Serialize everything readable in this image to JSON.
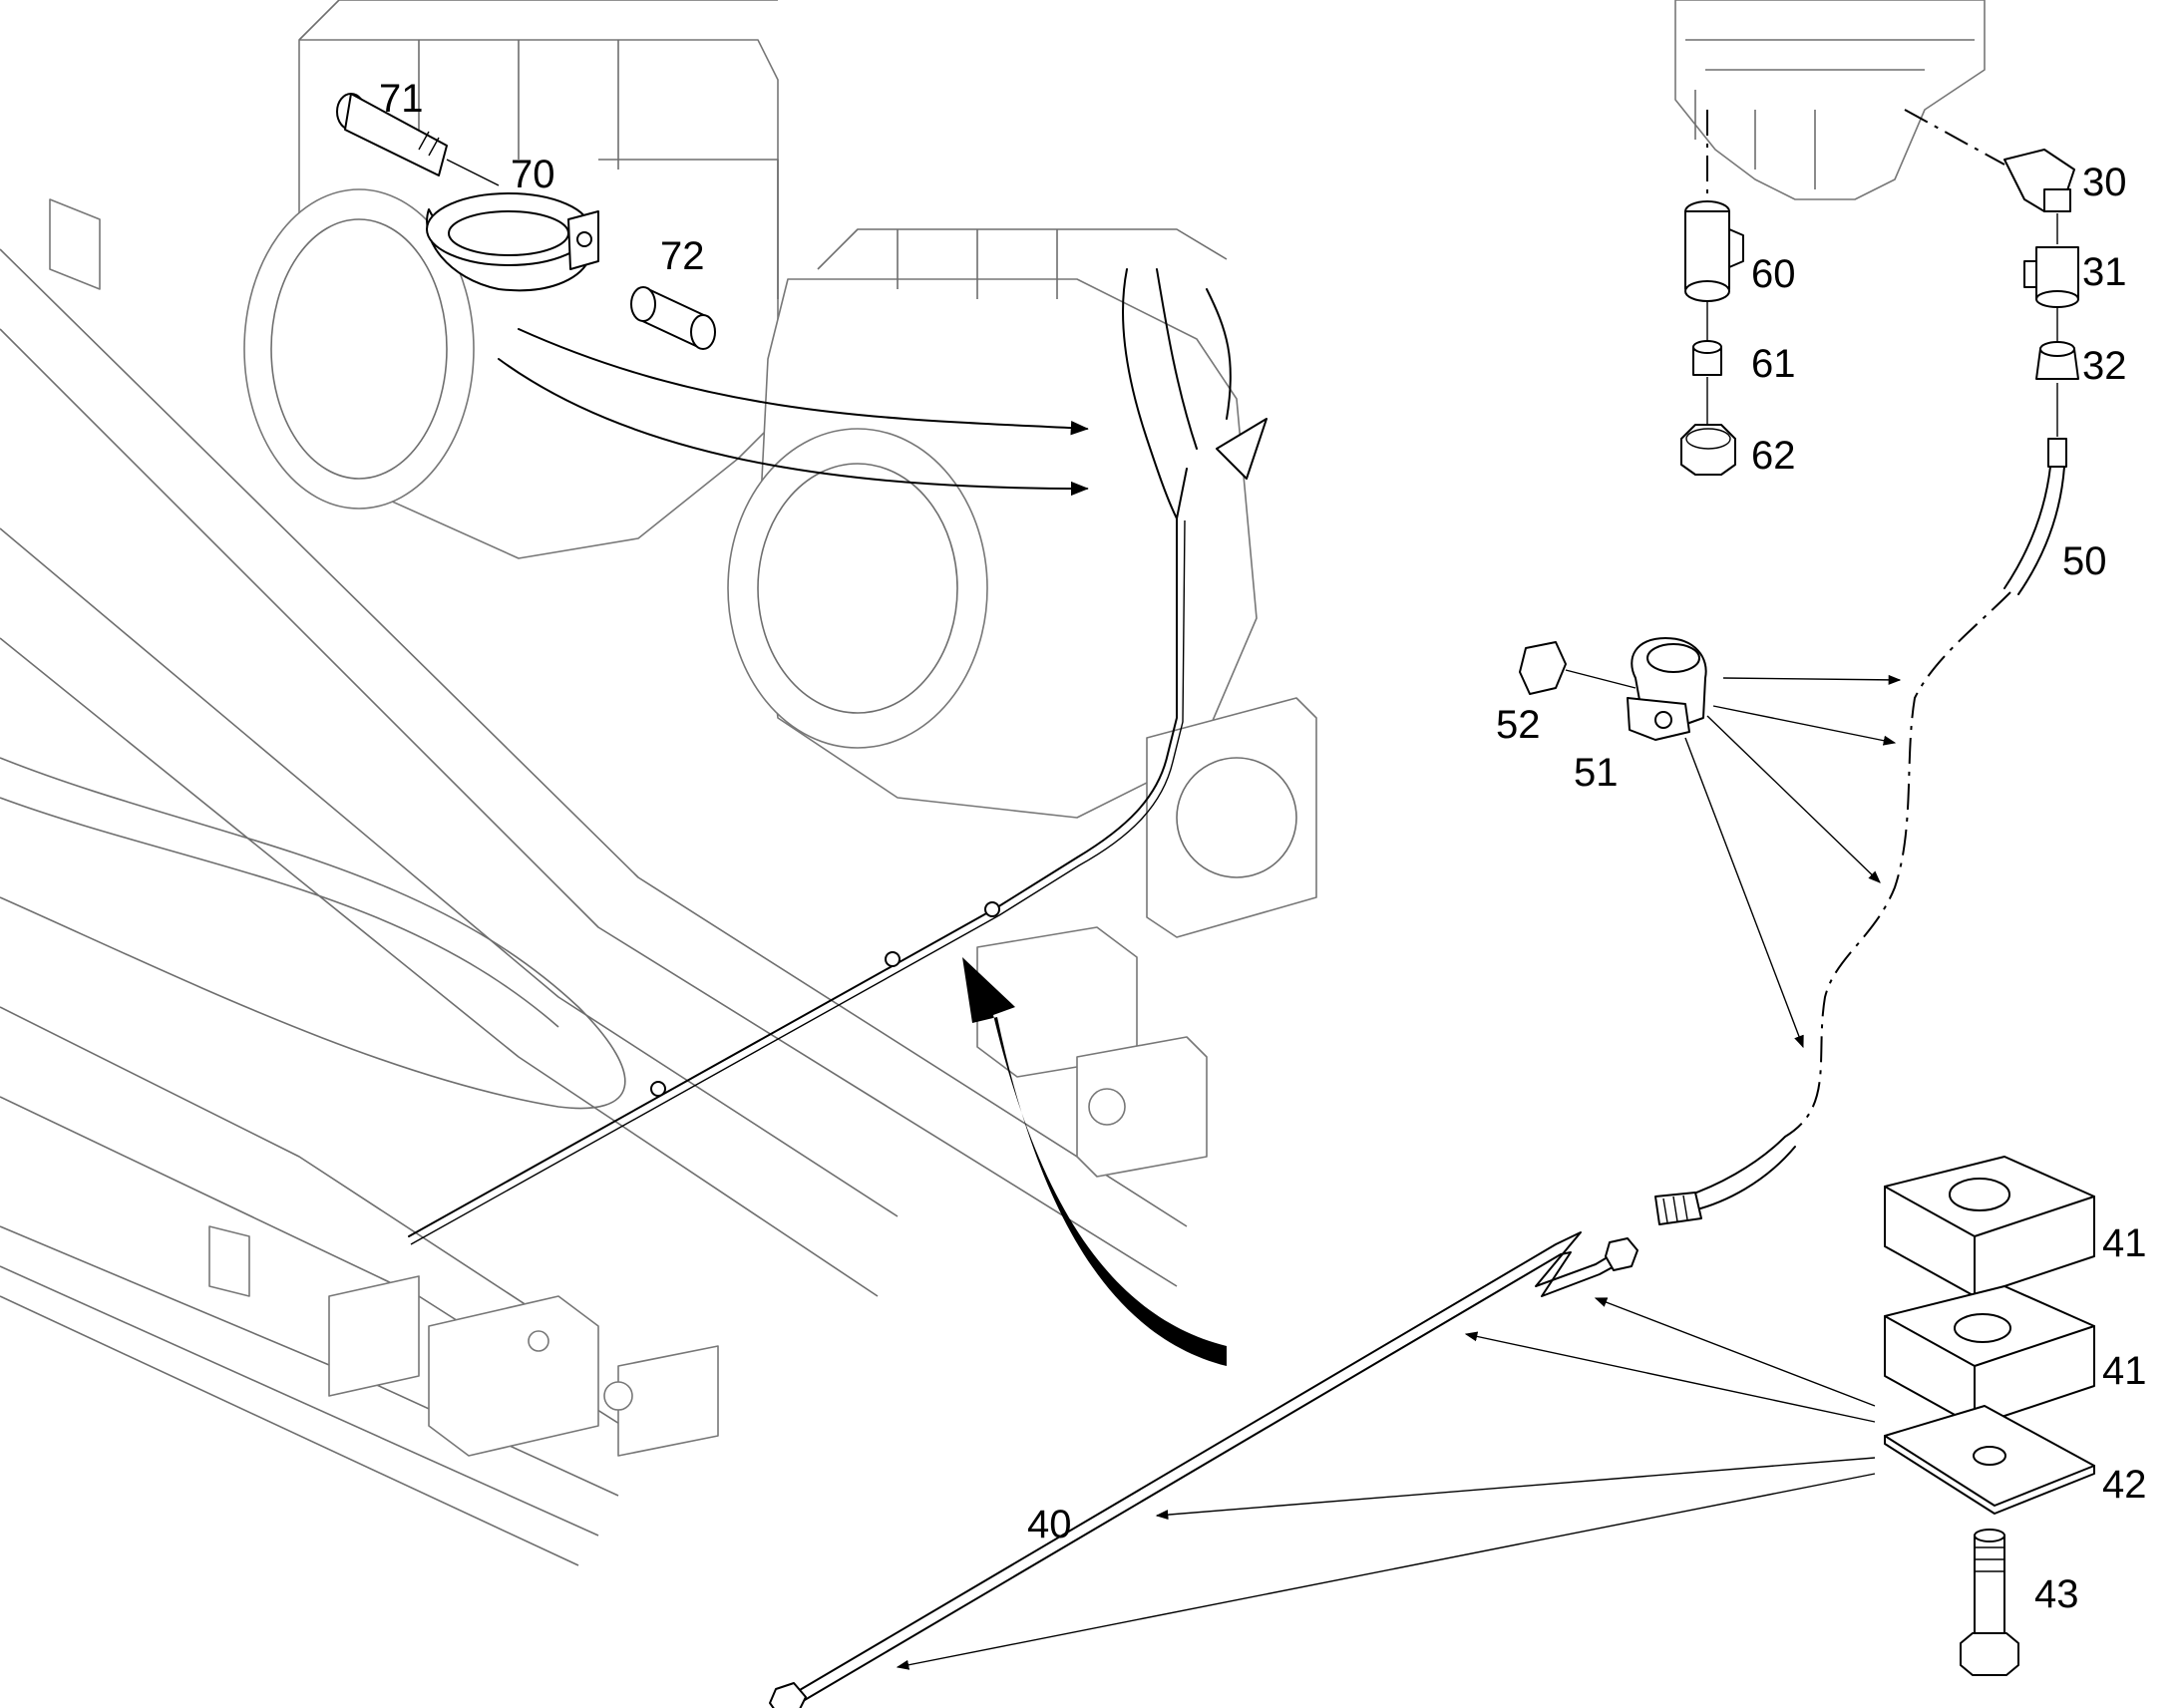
{
  "callouts": {
    "c30": "30",
    "c31": "31",
    "c32": "32",
    "c40": "40",
    "c41a": "41",
    "c41b": "41",
    "c42": "42",
    "c43": "43",
    "c50": "50",
    "c51": "51",
    "c52": "52",
    "c60": "60",
    "c61": "61",
    "c62": "62",
    "c70": "70",
    "c71": "71",
    "c72": "72"
  },
  "colors": {
    "line": "#000000",
    "background_line": "#6e6e6e",
    "background": "#ffffff"
  }
}
